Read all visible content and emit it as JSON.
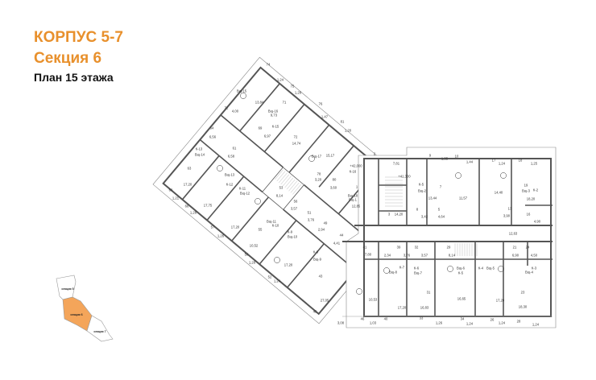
{
  "header": {
    "title": "КОРПУС 5-7",
    "subtitle": "Секция 6",
    "plan_title": "План 15 этажа"
  },
  "colors": {
    "accent": "#E8902C",
    "section_highlight": "#F4A55A",
    "walls": "#555555"
  },
  "minimap": {
    "sections": [
      "секция 5",
      "секция 6",
      "секция 7"
    ],
    "active_section": "секция 6"
  },
  "plan": {
    "labels": [
      "74",
      "1,24",
      "75",
      "1,28",
      "76",
      "1,47",
      "81",
      "1,20",
      "Вщ-15",
      "13,84",
      "Вщ-16",
      "9,73",
      "71",
      "К-15",
      "72",
      "4,00",
      "69",
      "64",
      "6,56",
      "6,97",
      "72",
      "14,74",
      "61",
      "К-13",
      "Вщ-14",
      "63",
      "6,58",
      "Вщ-17",
      "15,17",
      "Вщ-13",
      "К-12",
      "17,20",
      "78",
      "80",
      "3,20",
      "3,60",
      "+42,000",
      "К-16",
      "68",
      "1,21",
      "К-11",
      "Вщ-12",
      "53",
      "8,14",
      "66",
      "17,75",
      "1,26",
      "57",
      "17,20",
      "1,26",
      "56",
      "3,57",
      "51",
      "3,76",
      "Вщ-11",
      "К-10",
      "55",
      "К-9",
      "Вщ-10",
      "49",
      "2,94",
      "44",
      "4,41",
      "10,52",
      "58",
      "К-8",
      "Вщ-9",
      "17,20",
      "1,26",
      "52",
      "1,24",
      "43",
      "27,05",
      "45",
      "3,08",
      "46",
      "2",
      "7,81",
      "+41,300",
      "9",
      "1,35",
      "10",
      "1,44",
      "К-5",
      "Вщ-2",
      "7",
      "13,44",
      "11,57",
      "1",
      "Вщ-18",
      "Вщ-1",
      "12,85",
      "8",
      "3",
      "14,20",
      "5",
      "3,42",
      "4,64",
      "17",
      "1,24",
      "18",
      "1,25",
      "14,40",
      "19",
      "Вщ-3",
      "К-2",
      "18,20",
      "13",
      "3,90",
      "16",
      "4,90",
      "12,63",
      "41",
      "7,80",
      "2,34",
      "39",
      "3,76",
      "32",
      "3,57",
      "29",
      "8,14",
      "21",
      "6,90",
      "24",
      "4,50",
      "К-7",
      "Вщ-8",
      "К-6",
      "Вщ-7",
      "Вщ-6",
      "К-5",
      "К-4",
      "Вщ-5",
      "К-3",
      "Вщ-4",
      "31",
      "23",
      "16,65",
      "17,20",
      "10,53",
      "17,20",
      "16,83",
      "18,30",
      "40",
      "1,03",
      "33",
      "1,26",
      "34",
      "1,24",
      "26",
      "1,24",
      "28",
      "1,24"
    ]
  }
}
